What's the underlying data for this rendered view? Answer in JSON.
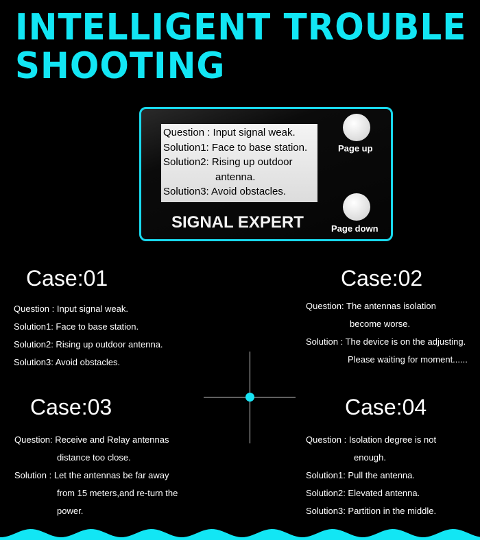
{
  "title": {
    "line1": "INTELLIGENT TROUBLE",
    "line2": "SHOOTING"
  },
  "device": {
    "screen_lines": [
      "Question : Input signal weak.",
      "Solution1: Face to base station.",
      "Solution2: Rising up outdoor",
      "antenna.",
      "Solution3: Avoid obstacles."
    ],
    "brand": "SIGNAL EXPERT",
    "page_up": "Page up",
    "page_down": "Page down"
  },
  "cases": [
    {
      "heading": "Case:01",
      "lines": [
        "Question : Input signal weak.",
        "Solution1: Face to base station.",
        "Solution2: Rising up outdoor antenna.",
        "Solution3: Avoid obstacles."
      ]
    },
    {
      "heading": "Case:02",
      "lines": [
        "Question: The antennas isolation",
        "become worse.",
        "Solution : The device is on the adjusting.",
        "Please waiting for moment......"
      ]
    },
    {
      "heading": "Case:03",
      "lines": [
        "Question: Receive and Relay antennas",
        "distance too close.",
        "Solution : Let the antennas be far away",
        "from 15 meters,and re-turn the",
        "power."
      ]
    },
    {
      "heading": "Case:04",
      "lines": [
        "Question :  Isolation degree is not",
        "enough.",
        "Solution1:  Pull the antenna.",
        "Solution2:  Elevated antenna.",
        "Solution3:  Partition in the middle."
      ]
    }
  ],
  "colors": {
    "accent": "#12e6f4",
    "background": "#000000"
  }
}
